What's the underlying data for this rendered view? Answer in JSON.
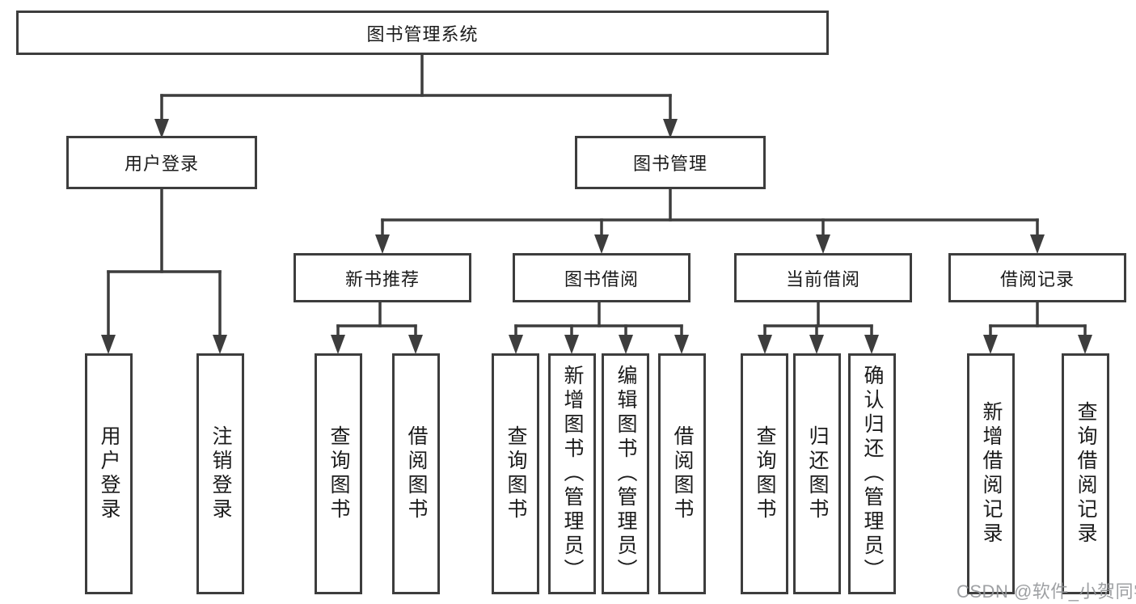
{
  "diagram": {
    "root": {
      "label": "图书管理系统"
    },
    "branches": [
      {
        "label": "用户登录",
        "children": [
          {
            "label": "用户登录"
          },
          {
            "label": "注销登录"
          }
        ]
      },
      {
        "label": "图书管理",
        "children": [
          {
            "label": "新书推荐",
            "children": [
              {
                "label": "查询图书"
              },
              {
                "label": "借阅图书"
              }
            ]
          },
          {
            "label": "图书借阅",
            "children": [
              {
                "label": "查询图书"
              },
              {
                "label": "新增图书（管理员）"
              },
              {
                "label": "编辑图书（管理员）"
              },
              {
                "label": "借阅图书"
              }
            ]
          },
          {
            "label": "当前借阅",
            "children": [
              {
                "label": "查询图书"
              },
              {
                "label": "归还图书"
              },
              {
                "label": "确认归还（管理员）"
              }
            ]
          },
          {
            "label": "借阅记录",
            "children": [
              {
                "label": "新增借阅记录"
              },
              {
                "label": "查询借阅记录"
              }
            ]
          }
        ]
      }
    ]
  },
  "watermark": {
    "text": "CSDN @软件_小贺同学"
  },
  "colors": {
    "line": "#3d3d3d",
    "text": "#1b1b1b",
    "background": "#ffffff",
    "watermark": "#949699"
  }
}
